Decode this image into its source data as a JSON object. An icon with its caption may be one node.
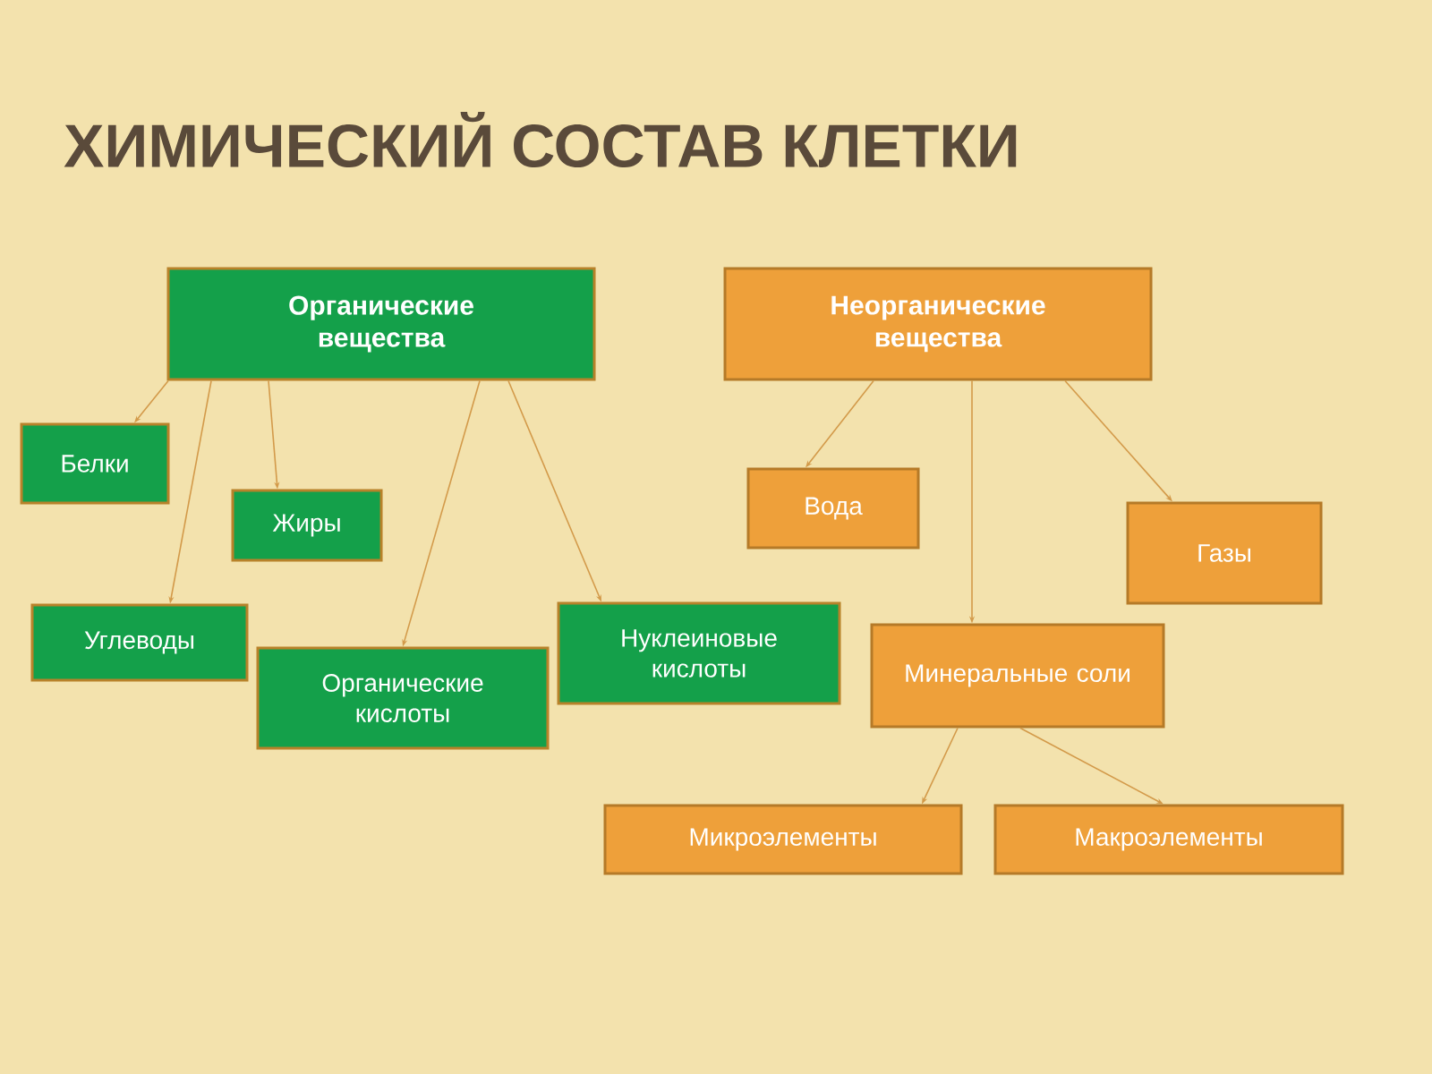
{
  "diagram": {
    "title": "ХИМИЧЕСКИЙ СОСТАВ КЛЕТКИ",
    "nodes": [
      {
        "text": [
          "Органические вещества"
        ]
      },
      {
        "text": [
          "Неорганические вещества"
        ]
      },
      {
        "text": [
          "Белки"
        ]
      },
      {
        "text": [
          "Жиры"
        ]
      },
      {
        "text": [
          "Углеводы"
        ]
      },
      {
        "text": [
          "Органические кислоты"
        ]
      },
      {
        "text": [
          "Нуклеиновые кислоты"
        ]
      },
      {
        "text": [
          "Вода"
        ]
      },
      {
        "text": [
          "Газы"
        ]
      },
      {
        "text": [
          "Минеральные соли"
        ]
      },
      {
        "text": [
          "Микроэлементы"
        ]
      },
      {
        "text": [
          "Макроэлементы"
        ]
      }
    ],
    "edges": [
      {
        "from": 0,
        "to": 2,
        "arrow": "to"
      },
      {
        "from": 0,
        "to": 4,
        "arrow": "to"
      },
      {
        "from": 0,
        "to": 3,
        "arrow": "to"
      },
      {
        "from": 0,
        "to": 5,
        "arrow": "to"
      },
      {
        "from": 0,
        "to": 6,
        "arrow": "to"
      },
      {
        "from": 1,
        "to": 7,
        "arrow": "to"
      },
      {
        "from": 1,
        "to": 9,
        "arrow": "to"
      },
      {
        "from": 1,
        "to": 8,
        "arrow": "to"
      },
      {
        "from": 9,
        "to": 10,
        "arrow": "to"
      },
      {
        "from": 9,
        "to": 11,
        "arrow": "to"
      }
    ]
  }
}
